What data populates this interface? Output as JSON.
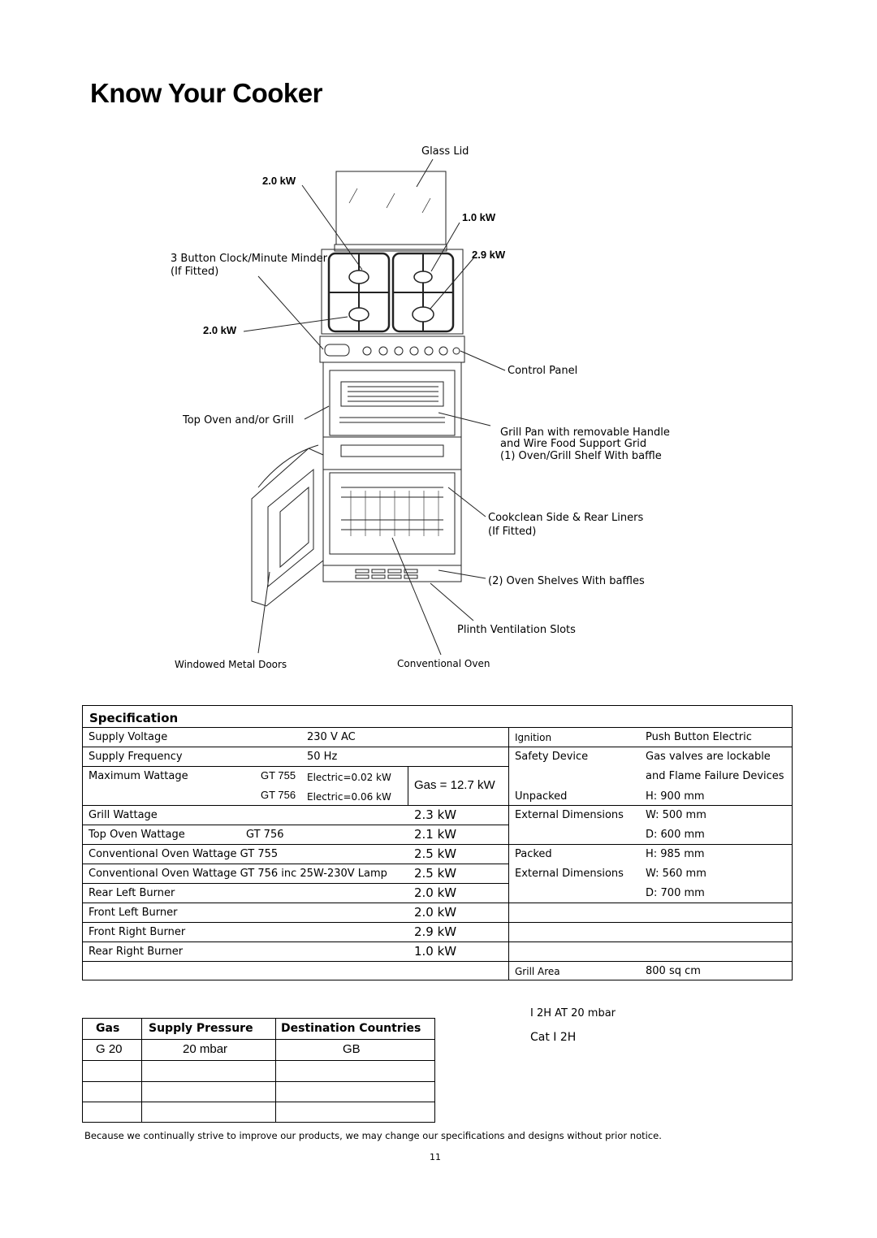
{
  "title": "Know Your Cooker",
  "diagram": {
    "labels": {
      "glass_lid": "Glass Lid",
      "clock_line1": "3 Button Clock/Minute Minder",
      "clock_line2": "(If Fitted)",
      "control_panel": "Control Panel",
      "top_oven": "Top Oven and/or Grill",
      "grill_pan_line1": "Grill Pan with removable Handle",
      "grill_pan_line2": "and Wire Food Support Grid",
      "grill_pan_line3": "(1) Oven/Grill Shelf With baffle",
      "cookclean_line1": "Cookclean Side & Rear Liners",
      "cookclean_line2": "(If Fitted)",
      "oven_shelves": "(2) Oven Shelves With baffles",
      "plinth": "Plinth Ventilation Slots",
      "windowed_doors": "Windowed Metal Doors",
      "conventional_oven": "Conventional Oven"
    },
    "burner_ratings": {
      "rear_left": "2.0 kW",
      "rear_right": "1.0 kW",
      "front_right": "2.9 kW",
      "front_left": "2.0 kW"
    }
  },
  "spec": {
    "heading": "Specification",
    "left_rows": {
      "supply_voltage": {
        "label": "Supply Voltage",
        "value": "230 V AC"
      },
      "supply_frequency": {
        "label": "Supply Frequency",
        "value": "50 Hz"
      },
      "max_wattage": {
        "label": "Maximum Wattage",
        "gt755": "GT 755",
        "gt755_val": "Electric=0.02 kW",
        "gt756": "GT 756",
        "gt756_val": "Electric=0.06 kW",
        "gas": "Gas = 12.7 kW"
      },
      "grill_wattage": {
        "label": "Grill Wattage",
        "kw": "2.3 kW"
      },
      "top_oven": {
        "label": "Top Oven Wattage",
        "model": "GT 756",
        "kw": "2.1 kW"
      },
      "conv_755": {
        "label": "Conventional Oven Wattage GT 755",
        "kw": "2.5 kW"
      },
      "conv_756": {
        "label": "Conventional Oven Wattage GT 756 inc 25W-230V Lamp",
        "kw": "2.5 kW"
      },
      "rear_left": {
        "label": "Rear Left Burner",
        "kw": "2.0 kW"
      },
      "front_left": {
        "label": "Front Left Burner",
        "kw": "2.0 kW"
      },
      "front_right": {
        "label": "Front Right Burner",
        "kw": "2.9 kW"
      },
      "rear_right": {
        "label": "Rear Right Burner",
        "kw": "1.0 kW"
      }
    },
    "right_rows": {
      "ignition": {
        "label": "Ignition",
        "value": "Push Button Electric"
      },
      "safety": {
        "label": "Safety Device",
        "value1": "Gas valves are lockable",
        "value2": "and Flame Failure Devices"
      },
      "unpacked": {
        "label1": "Unpacked",
        "label2": "External Dimensions",
        "h": "H: 900 mm",
        "w": "W: 500 mm",
        "d": "D: 600 mm"
      },
      "packed": {
        "label1": "Packed",
        "label2": "External Dimensions",
        "h": "H: 985 mm",
        "w": "W: 560 mm",
        "d": "D: 700 mm"
      },
      "grill_area": {
        "label": "Grill Area",
        "value": "800 sq cm"
      }
    }
  },
  "gas_table": {
    "headers": [
      "Gas",
      "Supply Pressure",
      "Destination Countries"
    ],
    "row": [
      "G 20",
      "20 mbar",
      "GB"
    ]
  },
  "gas_notes": {
    "line1": "I 2H AT 20 mbar",
    "line2": "Cat I 2H"
  },
  "footer": "Because we continually strive to improve our products, we may change our specifications and designs without prior notice.",
  "page_number": "11"
}
